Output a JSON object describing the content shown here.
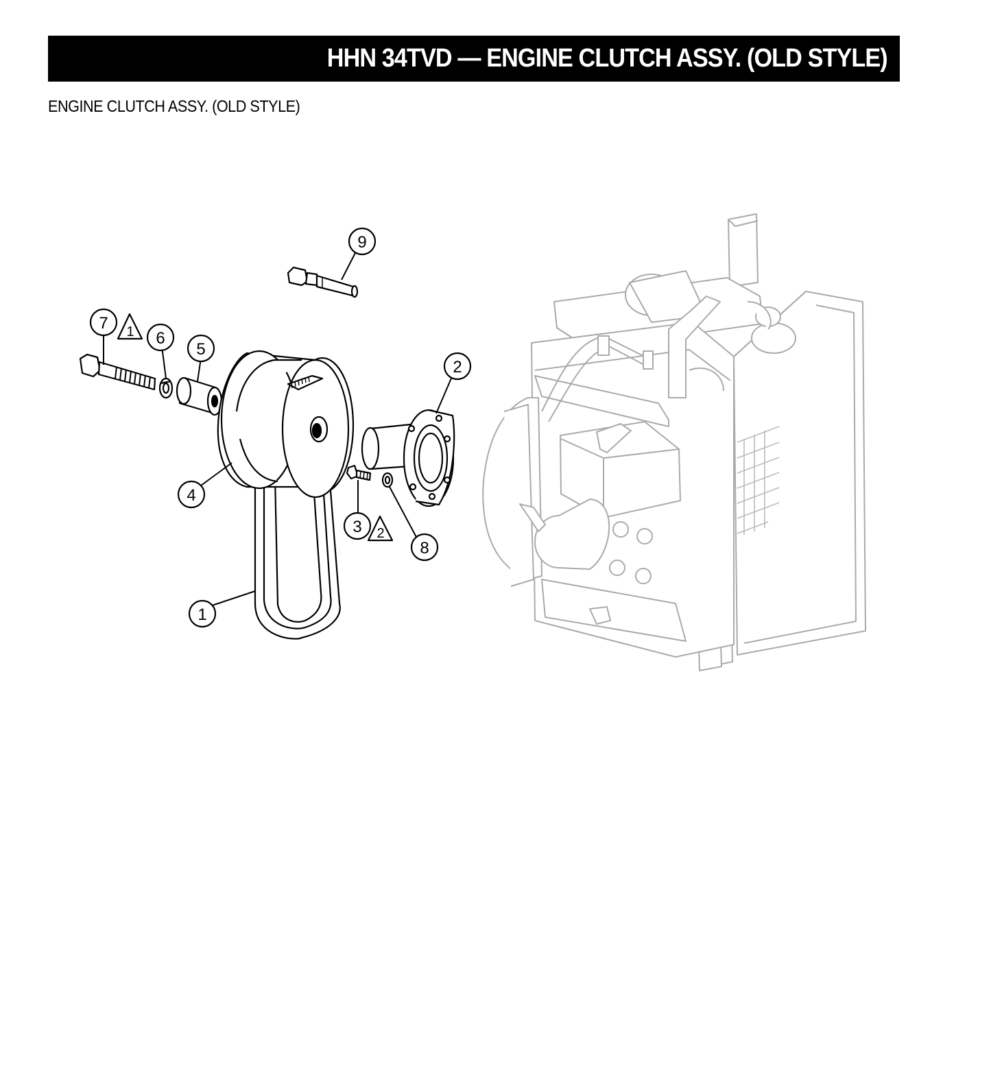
{
  "header": {
    "title": "HHN 34TVD — ENGINE CLUTCH ASSY.  (OLD STYLE)"
  },
  "subtitle": "ENGINE CLUTCH ASSY. (OLD STYLE)",
  "callouts": {
    "c1": "1",
    "c2": "2",
    "c3": "3",
    "c4": "4",
    "c5": "5",
    "c6": "6",
    "c7": "7",
    "c8": "8",
    "c9": "9"
  },
  "notes": {
    "n1": "1",
    "n2": "2"
  },
  "icons": [
    "warning-triangle-icon"
  ],
  "colors": {
    "title_bar": "#000000",
    "engine_ghost": "#a8a8a8",
    "parts": "#000000"
  }
}
